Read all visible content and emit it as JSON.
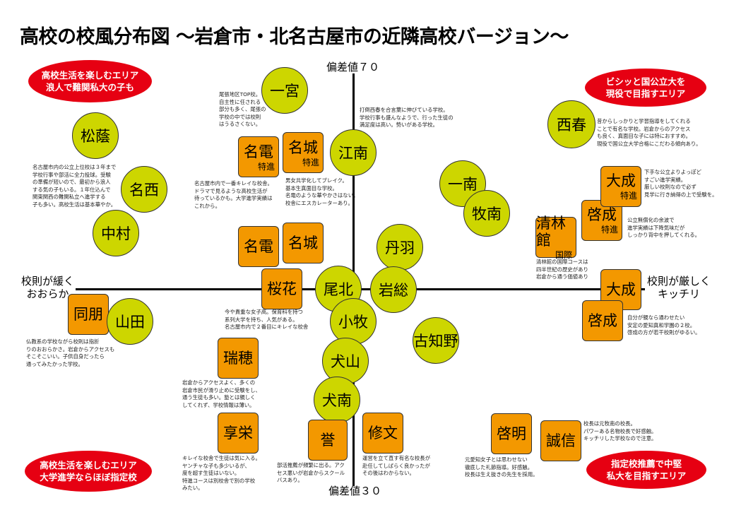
{
  "title": "高校の校風分布図 ～岩倉市・北名古屋市の近隣高校バージョン～",
  "axes": {
    "top": "偏差値７０",
    "bottom": "偏差値３０",
    "left": "校則が緩く\nおおらか",
    "right": "校則が厳しく\nキッチリ"
  },
  "areas": {
    "top_left": [
      "高校生活を楽しむエリア",
      "浪人で難関私大の子も"
    ],
    "top_right": [
      "ビシッと国公立大を",
      "現役で目指すエリア"
    ],
    "bottom_left": [
      "高校生活を楽しむエリア",
      "大学進学ならほぼ指定校"
    ],
    "bottom_right": [
      "指定校推薦で中堅",
      "私大を目指すエリア"
    ]
  },
  "schools": {
    "ichinomiya": "一宮",
    "shoin": "松蔭",
    "meisei": "名西",
    "nakamura": "中村",
    "meiden_tokushin": {
      "name": "名電",
      "sub": "特進"
    },
    "meijo_tokushin": {
      "name": "名城",
      "sub": "特進"
    },
    "konan": "江南",
    "meiden": "名電",
    "meijo": "名城",
    "ichinan": "一南",
    "bokunan": "牧南",
    "nishiharu": "西春",
    "taisei_tokushin": {
      "name": "大成",
      "sub": "特進"
    },
    "keisei_tokushin": {
      "name": "啓成",
      "sub": "特進"
    },
    "seirinkan": {
      "name": "清林館",
      "sub": "国際"
    },
    "niwa": "丹羽",
    "ouka": "桜花",
    "bihoku": "尾北",
    "ganso": "岩総",
    "taisei": "大成",
    "keisei": "啓成",
    "doho": "同朋",
    "yamada": "山田",
    "komaki": "小牧",
    "kochino": "古知野",
    "mizuho": "瑞穂",
    "inuyama": "犬山",
    "kennan": "犬南",
    "kyoei": "享栄",
    "homare": "誉",
    "shubun": "修文",
    "keimei": "啓明",
    "seishin": "誠信"
  },
  "notes": {
    "ichinomiya": "尾張地区TOP校。\n自主性に任される\n部分も多く、尾張の\n学校の中では校則\nはうるさくない。",
    "konan": "打倒西春を合言葉に伸びている学校。\n学校行事も盛んなようで、行った生徒の\n満足度は高い。勢いがある学校。",
    "shoin_meisei": "名古屋市内の公立上位校は３年まで\n学校行事や部活に全力投球。受験\nの準備が短いので、最初から浪人\nする気の子もいる。１年仕込んで\n関東関西の難関私立へ進学する\n子も多い。高校生活は基本華やか。",
    "meiden_tokushin": "名古屋市内で一番キレイな校舎。\nドラマで見るような高校生活が\n待っているかも。大学進学実績は\nこれから。",
    "meijo_tokushin": "男女共学化してブレイク。\n基本生真面目な学校。\n名電のような華やかさはない。\n校舎にエスカレーターあり。",
    "nishiharu": "昔からしっかりと学習指導をしてくれる\nことで有名な学校。岩倉からのアクセス\nも良く、真面目な子には特におすすめ。\n現役で国公立大学合格にこだわる傾向あり。",
    "taisei_tokushin": "下手な公立よりよっぽど\nすごい進学実績。\n厳しい校則なので必ず\n見学に行き納得の上で受験を。",
    "keisei_tokushin": "公立無償化の余波で\n進学実績は下降気味だが\nしっかり背中を押してくれる。",
    "seirinkan": "清林館の国際コースは\n四半世紀の歴史があり\n岩倉から通う価値あり",
    "ouka": "今や貴重な女子高。保育科を持つ\n系列大学を持ち、人気がある。\n名古屋市内で２番目にキレイな校舎",
    "doho": "仏教系の学校ながら校則は指折\nりのおおらかさ。岩倉からアクセスも\nそこそこいい。子供自身だったら\n通ってみたかった学校。",
    "mizuho": "岩倉からアクセスよく、多くの\n岩倉市民が滑り止めに受験をし、\n通う生徒も多い。塾とは親しく\nしてくれず、学校情報は薄い。",
    "keisei": "自分が親なら通わせたい\n安定の愛知真和学園の２校。\n啓成の方が若干校則がゆるい。",
    "kyoei": "キレイな校舎で生徒は気に入る。\nヤンチャな子も多少いるが、\n度を超す生徒はいない。\n特進コースは別校舎で別の学校\nみたい。",
    "homare": "部活推薦が頻繁に出る。アク\nセス悪いが岩倉からスクール\nバスあり。",
    "shubun": "運営を立て直す有名な校長が\n赴任してしばらく良かったが\nその後はわからない。",
    "keimei": "元愛知女子とは思わせない\n徹底した礼節指導。好感触。\n校長は生え抜きの先生を採用。",
    "seishin": "校長は元牧南の校長。\nパワーある名物校長で好感触。\nキッチリした学校なので注意。"
  },
  "colors": {
    "circle": "#cdd600",
    "box": "#f39800",
    "area": "#e60012"
  }
}
